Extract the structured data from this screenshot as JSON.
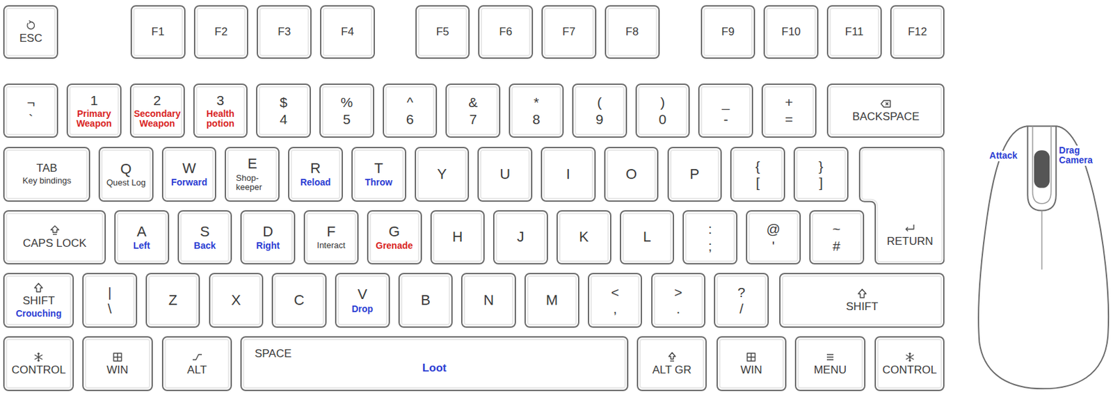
{
  "diagram": {
    "nodes": [
      {
        "text": [
          "ESC"
        ]
      },
      {
        "text": [
          "F1"
        ]
      },
      {
        "text": [
          "F2"
        ]
      },
      {
        "text": [
          "F3"
        ]
      },
      {
        "text": [
          "F4"
        ]
      },
      {
        "text": [
          "F5"
        ]
      },
      {
        "text": [
          "F6"
        ]
      },
      {
        "text": [
          "F7"
        ]
      },
      {
        "text": [
          "F8"
        ]
      },
      {
        "text": [
          "F9"
        ]
      },
      {
        "text": [
          "F10"
        ]
      },
      {
        "text": [
          "F11"
        ]
      },
      {
        "text": [
          "F12"
        ]
      },
      {
        "text": [
          "¬",
          "`"
        ]
      },
      {
        "text": [
          "1",
          "Primary Weapon"
        ]
      },
      {
        "text": [
          "2",
          "Secondary Weapon"
        ]
      },
      {
        "text": [
          "3",
          "Health potion"
        ]
      },
      {
        "text": [
          "$",
          "4"
        ]
      },
      {
        "text": [
          "%",
          "5"
        ]
      },
      {
        "text": [
          "^",
          "6"
        ]
      },
      {
        "text": [
          "&",
          "7"
        ]
      },
      {
        "text": [
          "*",
          "8"
        ]
      },
      {
        "text": [
          "(",
          "9"
        ]
      },
      {
        "text": [
          ")",
          "0"
        ]
      },
      {
        "text": [
          "_",
          "-"
        ]
      },
      {
        "text": [
          "+",
          "="
        ]
      },
      {
        "text": [
          "BACKSPACE"
        ]
      },
      {
        "text": [
          "TAB",
          "Key bindings"
        ]
      },
      {
        "text": [
          "Q",
          "Quest Log"
        ]
      },
      {
        "text": [
          "W",
          "Forward"
        ]
      },
      {
        "text": [
          "E",
          "Shop- keeper"
        ]
      },
      {
        "text": [
          "R",
          "Reload"
        ]
      },
      {
        "text": [
          "T",
          "Throw"
        ]
      },
      {
        "text": [
          "Y"
        ]
      },
      {
        "text": [
          "U"
        ]
      },
      {
        "text": [
          "I"
        ]
      },
      {
        "text": [
          "O"
        ]
      },
      {
        "text": [
          "P"
        ]
      },
      {
        "text": [
          "{",
          "["
        ]
      },
      {
        "text": [
          "}",
          "]"
        ]
      },
      {
        "text": [
          "RETURN"
        ]
      },
      {
        "text": [
          "CAPS LOCK"
        ]
      },
      {
        "text": [
          "A",
          "Left"
        ]
      },
      {
        "text": [
          "S",
          "Back"
        ]
      },
      {
        "text": [
          "D",
          "Right"
        ]
      },
      {
        "text": [
          "F",
          "Interact"
        ]
      },
      {
        "text": [
          "G",
          "Grenade"
        ]
      },
      {
        "text": [
          "H"
        ]
      },
      {
        "text": [
          "J"
        ]
      },
      {
        "text": [
          "K"
        ]
      },
      {
        "text": [
          "L"
        ]
      },
      {
        "text": [
          ":",
          ";"
        ]
      },
      {
        "text": [
          "@",
          "'"
        ]
      },
      {
        "text": [
          "~",
          "#"
        ]
      },
      {
        "text": [
          "SHIFT",
          "Crouching"
        ]
      },
      {
        "text": [
          "|",
          "\\"
        ]
      },
      {
        "text": [
          "Z"
        ]
      },
      {
        "text": [
          "X"
        ]
      },
      {
        "text": [
          "C"
        ]
      },
      {
        "text": [
          "V",
          "Drop"
        ]
      },
      {
        "text": [
          "B"
        ]
      },
      {
        "text": [
          "N"
        ]
      },
      {
        "text": [
          "M"
        ]
      },
      {
        "text": [
          "<",
          ","
        ]
      },
      {
        "text": [
          ">",
          "."
        ]
      },
      {
        "text": [
          "?",
          "/"
        ]
      },
      {
        "text": [
          "SHIFT"
        ]
      },
      {
        "text": [
          "CONTROL"
        ]
      },
      {
        "text": [
          "WIN"
        ]
      },
      {
        "text": [
          "ALT"
        ]
      },
      {
        "text": [
          "SPACE",
          "Loot"
        ]
      },
      {
        "text": [
          "ALT GR"
        ]
      },
      {
        "text": [
          "WIN"
        ]
      },
      {
        "text": [
          "MENU"
        ]
      },
      {
        "text": [
          "CONTROL"
        ]
      },
      {
        "text": [
          "Attack",
          "Drag Camera"
        ]
      }
    ]
  }
}
